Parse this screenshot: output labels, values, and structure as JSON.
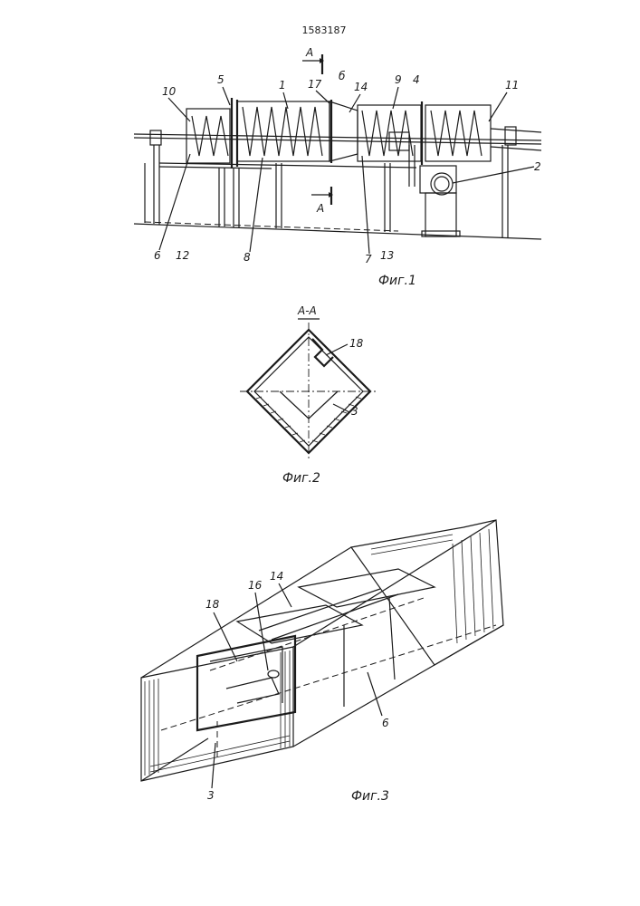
{
  "patent_number": "1583187",
  "fig1": {
    "caption": "Фиг.1",
    "section_mark": "А",
    "labels": [
      "1",
      "2",
      "4",
      "5",
      "6",
      "б",
      "7",
      "8",
      "9",
      "10",
      "11",
      "12",
      "13",
      "14",
      "17"
    ]
  },
  "fig2": {
    "caption": "Фиг.2",
    "section_title": "А-А",
    "labels": [
      "18",
      "3"
    ]
  },
  "fig3": {
    "caption": "Фиг.3",
    "labels": [
      "14",
      "16",
      "18",
      "3",
      "6"
    ]
  }
}
